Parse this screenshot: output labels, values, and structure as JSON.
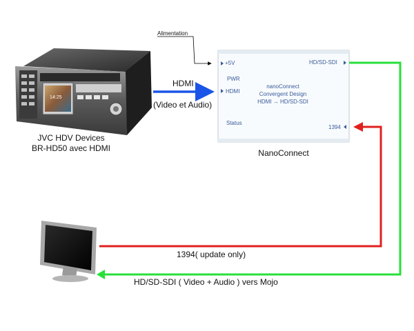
{
  "power_label": "Alimentation",
  "video_link": {
    "title": "HDMI",
    "subtitle": "(Video et Audio)"
  },
  "camera": {
    "line1": "JVC HDV Devices",
    "line2": "BR-HD50 avec HDMI",
    "screen_time": "14:25"
  },
  "nanoconnect": {
    "port_5v": "+5V",
    "port_pwr": "PWR",
    "port_hdmi": "HDMI",
    "port_status": "Status",
    "port_out": "HD/SD-SDI",
    "port_1394": "1394",
    "brand_line1": "nanoConnect",
    "brand_line2": "Convergent Design",
    "brand_line3": "HDMI → HD/SD-SDI",
    "caption": "NanoConnect"
  },
  "link_1394": "1394( update only)",
  "link_sdi": "HD/SD-SDI ( Video + Audio ) vers Mojo",
  "colors": {
    "hdmi_arrow": "#1a55e8",
    "red_line": "#e0201e",
    "green_line": "#27e03a",
    "box_text": "#3a5a9a"
  }
}
